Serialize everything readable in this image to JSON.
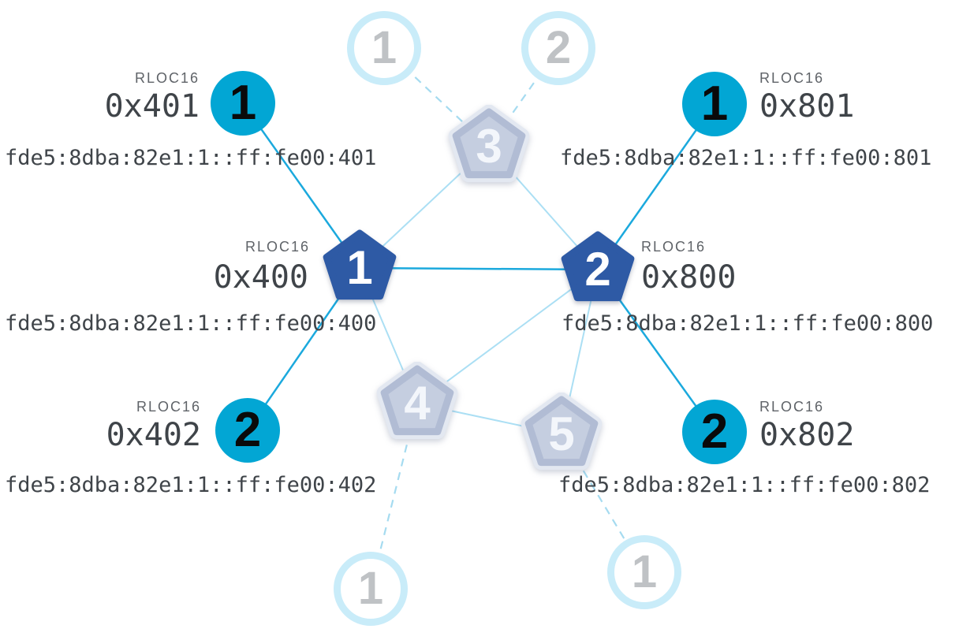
{
  "labels": {
    "rloc16_caption": "RLOC16"
  },
  "routers": [
    {
      "label": "1",
      "rloc16": "0x400",
      "ipv6": "fde5:8dba:82e1:1::ff:fe00:400",
      "state": "active"
    },
    {
      "label": "2",
      "rloc16": "0x800",
      "ipv6": "fde5:8dba:82e1:1::ff:fe00:800",
      "state": "active"
    },
    {
      "label": "3",
      "state": "faded"
    },
    {
      "label": "4",
      "state": "faded"
    },
    {
      "label": "5",
      "state": "faded"
    }
  ],
  "children": [
    {
      "label": "1",
      "rloc16": "0x401",
      "ipv6": "fde5:8dba:82e1:1::ff:fe00:401",
      "state": "active"
    },
    {
      "label": "1",
      "rloc16": "0x801",
      "ipv6": "fde5:8dba:82e1:1::ff:fe00:801",
      "state": "active"
    },
    {
      "label": "2",
      "rloc16": "0x402",
      "ipv6": "fde5:8dba:82e1:1::ff:fe00:402",
      "state": "active"
    },
    {
      "label": "2",
      "rloc16": "0x802",
      "ipv6": "fde5:8dba:82e1:1::ff:fe00:802",
      "state": "active"
    },
    {
      "label": "1",
      "state": "faded",
      "position": "top-left"
    },
    {
      "label": "2",
      "state": "faded",
      "position": "top-right"
    },
    {
      "label": "1",
      "state": "faded",
      "position": "bottom-left"
    },
    {
      "label": "1",
      "state": "faded",
      "position": "bottom-right"
    }
  ],
  "colors": {
    "router_active": "#2e5aa5",
    "router_faded_fill": "#c5cee0",
    "router_faded_border": "#b1bcd4",
    "child_active": "#02a6d4",
    "child_faded_border": "#c9ecf9",
    "edge_strong": "#1ba9dd",
    "edge_weak": "#abdff4",
    "edge_dashed": "#a5dbf0",
    "text_dark": "#3f4449",
    "text_caption": "#5f6368"
  }
}
